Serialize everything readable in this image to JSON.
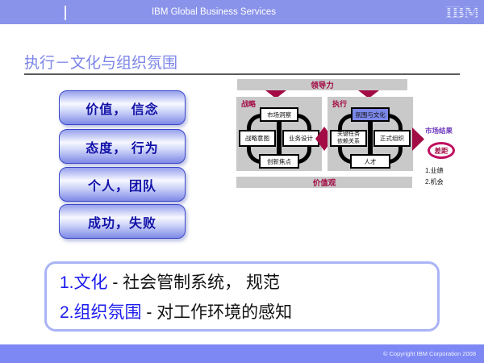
{
  "header": {
    "title": "IBM Global Business Services",
    "logo_text": "IBM"
  },
  "page": {
    "title": "执行－文化与组织氛围"
  },
  "left_buttons": [
    {
      "label": "价值， 信念"
    },
    {
      "label": "态度， 行为"
    },
    {
      "label": "个人，团队"
    },
    {
      "label": "成功，失败"
    }
  ],
  "diagram": {
    "leadership_label": "领导力",
    "values_label": "价值观",
    "strategy_panel": {
      "label": "战略",
      "top": "市场洞察",
      "left": "战略意图",
      "right": "业务设计",
      "bottom": "创新焦点"
    },
    "execution_panel": {
      "label": "执行",
      "top": "氛围与文化",
      "left": "关键任务\n依赖关系",
      "right": "正式组织",
      "bottom": "人才"
    },
    "market_results_label": "市场结果",
    "gap_label": "差距",
    "gap_items": [
      "1.业绩",
      "2.机会"
    ],
    "colors": {
      "crimson": "#a30b44",
      "panel_gray": "#c9c9c9",
      "highlight_blue": "#7b87e8",
      "results_purple": "#6a35bb"
    }
  },
  "summary_box": {
    "line1_term": "1.文化",
    "line1_rest": " - 社会管制系统， 规范",
    "line2_term": "2.组织氛围",
    "line2_rest": " - 对工作环境的感知"
  },
  "footer": {
    "copyright": "© Copyright IBM Corporation 2008"
  }
}
